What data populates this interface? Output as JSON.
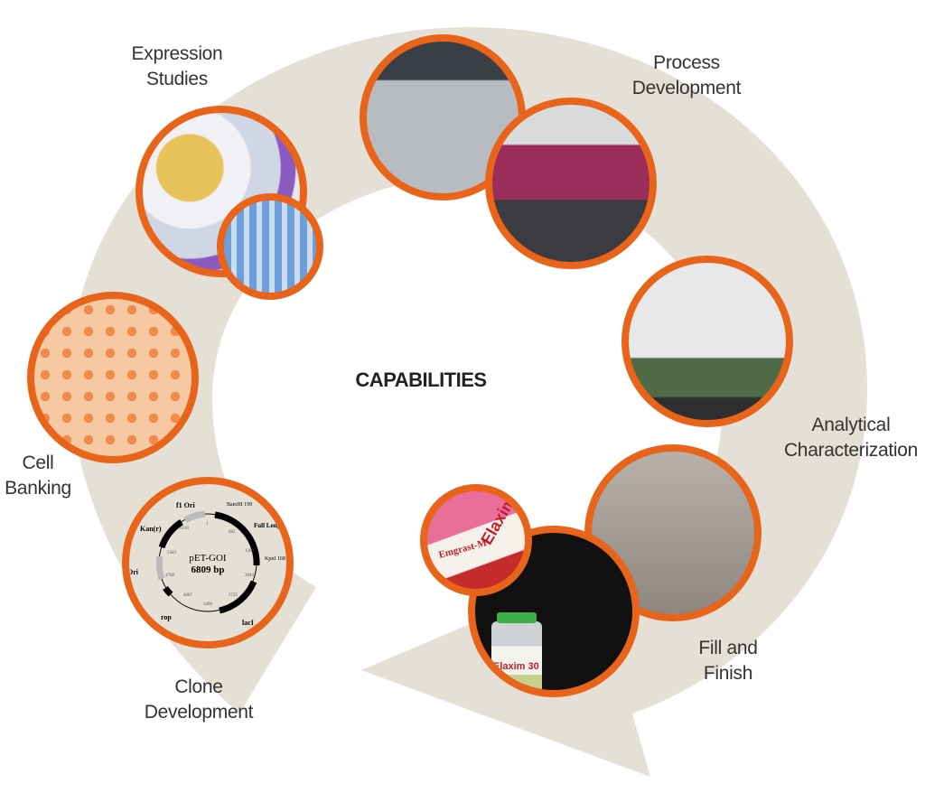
{
  "title": "CAPABILITIES",
  "colors": {
    "ring": "#e5e0d6",
    "border": "#e8641b",
    "text": "#333333"
  },
  "stages": [
    {
      "id": "expression",
      "line1": "Expression",
      "line2": "Studies"
    },
    {
      "id": "process",
      "line1": "Process",
      "line2": "Development"
    },
    {
      "id": "analytical",
      "line1": "Analytical",
      "line2": "Characterization"
    },
    {
      "id": "fill",
      "line1": "Fill and",
      "line2": "Finish"
    },
    {
      "id": "clone",
      "line1": "Clone",
      "line2": "Development"
    },
    {
      "id": "cell",
      "line1": "Cell",
      "line2": "Banking"
    }
  ],
  "plasmid": {
    "name": "pET-GOI",
    "size": "6809 bp",
    "features": [
      "f1 Ori",
      "Kan(r)",
      "Full Length G",
      "lacI",
      "rop",
      "Ori",
      "BamHI 199",
      "KpnI 168"
    ],
    "ticks": [
      "1",
      "682",
      "1363",
      "2044",
      "2725",
      "3406",
      "4087",
      "4768",
      "5449",
      "6130"
    ]
  },
  "product_labels": {
    "pack1": "Elaxim",
    "pack2": "Emgrast-M",
    "vial": "Elaxim 30"
  }
}
